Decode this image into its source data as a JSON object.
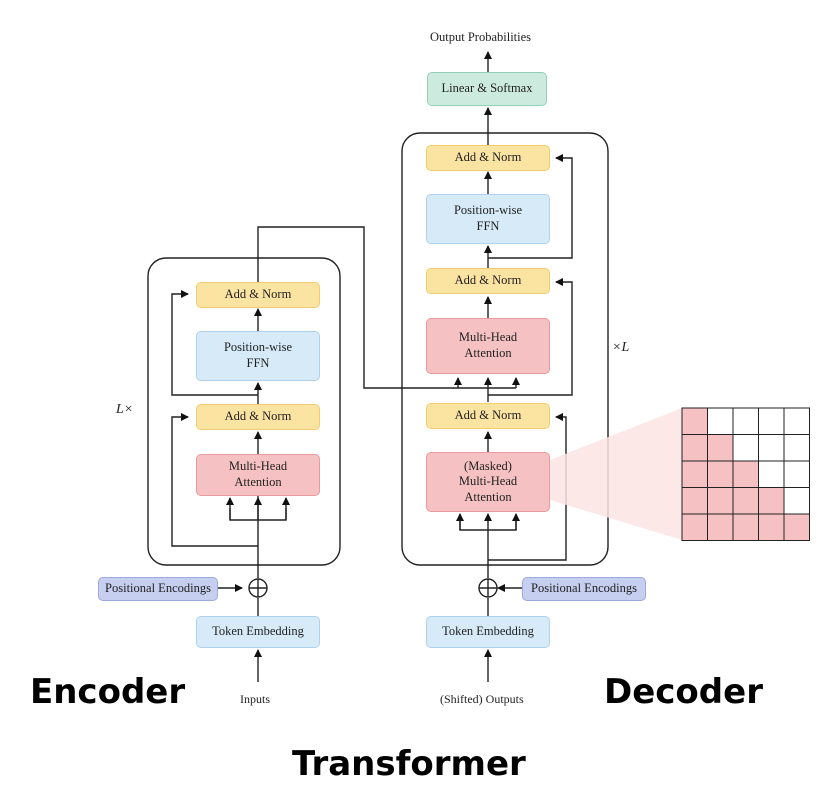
{
  "title": "Transformer",
  "encoder": {
    "label": "Encoder",
    "repeat_label": "L×",
    "add_norm_top": "Add & Norm",
    "ffn": "Position-wise\nFFN",
    "add_norm_bottom": "Add & Norm",
    "attention": "Multi-Head\nAttention",
    "positional_encodings": "Positional Encodings",
    "token_embedding": "Token Embedding",
    "input_label": "Inputs"
  },
  "decoder": {
    "label": "Decoder",
    "repeat_label": "×L",
    "output_label": "Output Probabilities",
    "linear_softmax": "Linear & Softmax",
    "add_norm_top": "Add & Norm",
    "ffn": "Position-wise\nFFN",
    "add_norm_middle": "Add & Norm",
    "cross_attention": "Multi-Head\nAttention",
    "add_norm_bottom": "Add & Norm",
    "masked_attention": "(Masked)\nMulti-Head\nAttention",
    "positional_encodings": "Positional Encodings",
    "token_embedding": "Token Embedding",
    "input_label": "(Shifted) Outputs"
  },
  "mask_grid": {
    "rows": 5,
    "cols": 5,
    "description": "lower-triangular causal attention mask",
    "filled_color": "#f6c1c3"
  },
  "colors": {
    "add_norm": "#fbe3a2",
    "ffn": "#d6eaf8",
    "attention": "#f6c1c3",
    "linear_softmax": "#cdeadf",
    "positional": "#c6cff0"
  }
}
